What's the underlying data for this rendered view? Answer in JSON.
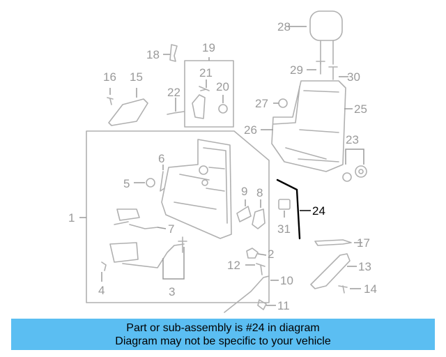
{
  "callouts": {
    "c1": "1",
    "c2": "2",
    "c3": "3",
    "c4": "4",
    "c5": "5",
    "c6": "6",
    "c7": "7",
    "c8": "8",
    "c9": "9",
    "c10": "10",
    "c11": "11",
    "c12": "12",
    "c13": "13",
    "c14": "14",
    "c15": "15",
    "c16": "16",
    "c17": "17",
    "c18": "18",
    "c19": "19",
    "c20": "20",
    "c21": "21",
    "c22": "22",
    "c23": "23",
    "c24": "24",
    "c25": "25",
    "c26": "26",
    "c27": "27",
    "c28": "28",
    "c29": "29",
    "c30": "30",
    "c31": "31"
  },
  "highlighted_part": "24",
  "colors": {
    "parts": "#b0b0b0",
    "labels": "#9a9a9a",
    "highlight": "#000000",
    "banner": "#5bbef2"
  },
  "banner": {
    "line1": "Part or sub-assembly is #24 in diagram",
    "line2": "Diagram may not be specific to your vehicle"
  }
}
